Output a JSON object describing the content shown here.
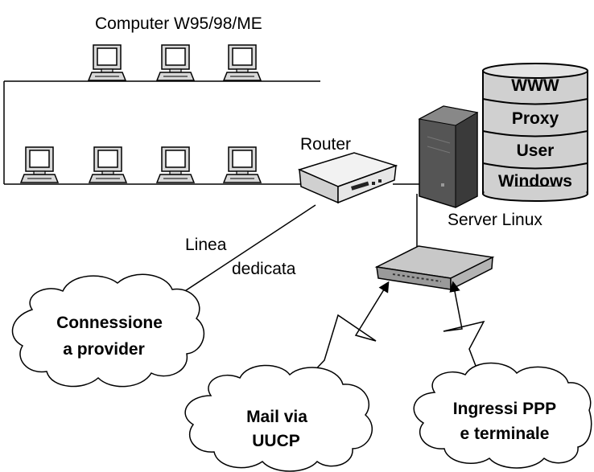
{
  "title": "Computer W95/98/ME",
  "router_label": "Router",
  "server_label": "Server Linux",
  "line_label_1": "Linea",
  "line_label_2": "dedicata",
  "server_services": [
    "WWW",
    "Proxy",
    "User",
    "Windows"
  ],
  "clouds": {
    "provider": [
      "Connessione",
      "a provider"
    ],
    "mail": [
      "Mail via",
      "UUCP"
    ],
    "ppp": [
      "Ingressi PPP",
      "e terminale"
    ]
  }
}
